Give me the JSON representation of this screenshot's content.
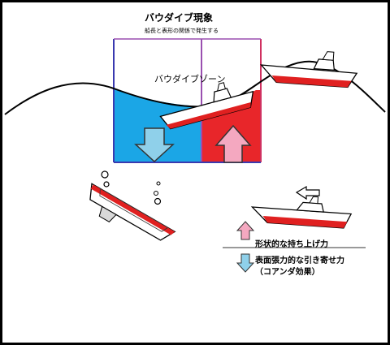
{
  "title": "バウダイブ現象",
  "subtitle": "船長と表形の関係で発生する",
  "zone_label": "バウダイブゾーン",
  "legend": {
    "lift": "形状的な持ち上げ力",
    "tension": "表面張力的な引き寄せ力",
    "coanda": "（コアンダ効果）"
  },
  "colors": {
    "water_blue": "#1ba6e6",
    "water_red": "#e8262a",
    "up_arrow_pink": "#f4a8c0",
    "down_arrow_blue": "#8fd0ea",
    "hull_red": "#e02020",
    "zone_left_line": "#3a3ab0",
    "zone_right_line": "#d03060",
    "zone_center_line": "#9a4fb0"
  }
}
